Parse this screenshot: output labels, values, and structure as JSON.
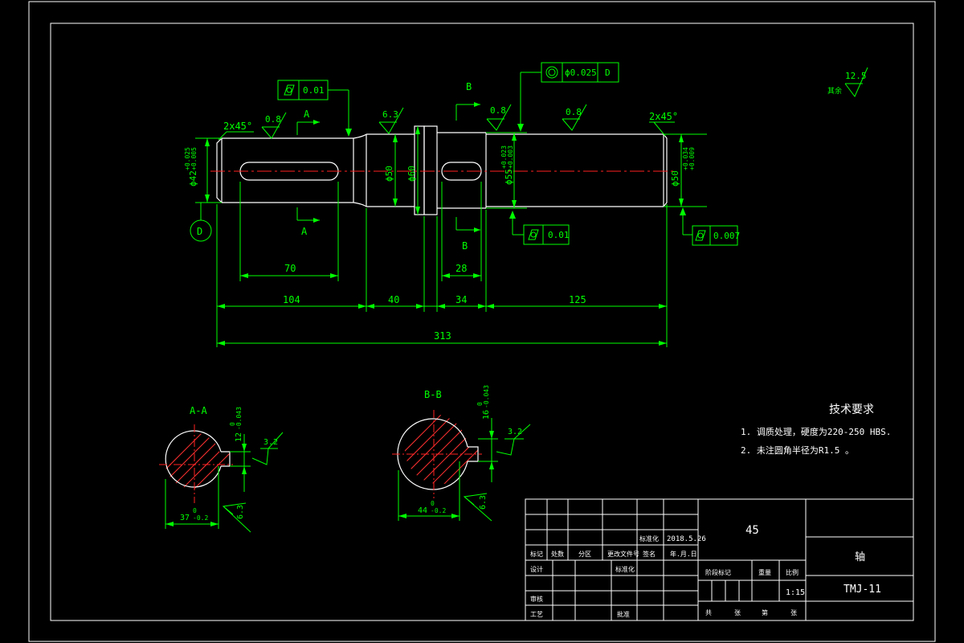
{
  "colors": {
    "background": "#000000",
    "outline": "#ffffff",
    "dimension": "#00ff00",
    "centerline": "#ff2020",
    "hatch": "#ff3030"
  },
  "shaft": {
    "chamfer_left": "2x45°",
    "chamfer_right": "2x45°",
    "dia_left": "ϕ42",
    "dia_left_tol_upper": "+0.025",
    "dia_left_tol_lower": "+0.005",
    "dia_50": "ϕ50",
    "dia_60": "ϕ60",
    "dia_55": "ϕ55",
    "dia_55_tol_upper": "+0.023",
    "dia_55_tol_lower": "+0.003",
    "dia_right": "ϕ50",
    "dia_right_tol_upper": "+0.034",
    "dia_right_tol_lower": "+0.009",
    "datum_d": "D",
    "section_a": "A",
    "section_b": "B"
  },
  "roughness": {
    "r1": "0.8",
    "r2": "6.3",
    "r3": "0.8",
    "r4": "0.8",
    "overall_value": "12.5",
    "overall_label": "其余"
  },
  "tolerance_frames": {
    "tf1": {
      "value": "0.01"
    },
    "tf2": {
      "value": "ϕ0.025",
      "datum": "D"
    },
    "tf3": {
      "value": "0.01"
    },
    "tf4": {
      "value": "0.007"
    }
  },
  "dimensions": {
    "key_a_len": "70",
    "key_b_len": "28",
    "seg1": "104",
    "seg2": "40",
    "seg3": "34",
    "seg4": "125",
    "total": "313"
  },
  "section_views": {
    "aa": {
      "title": "A-A",
      "width_dim": "12",
      "width_tol_u": "0",
      "width_tol_l": "-0.043",
      "depth": "37",
      "depth_tol_u": "0",
      "depth_tol_l": "-0.2",
      "rough_top": "3.2",
      "rough_bottom": "6.3"
    },
    "bb": {
      "title": "B-B",
      "width_dim": "16",
      "width_tol_u": "0",
      "width_tol_l": "-0.043",
      "depth": "44",
      "depth_tol_u": "0",
      "depth_tol_l": "-0.2",
      "rough_top": "3.2",
      "rough_bottom": "6.3"
    }
  },
  "tech_requirements": {
    "title": "技术要求",
    "item1": "1. 调质处理，硬度为220-250 HBS.",
    "item2": "2. 未注圆角半径为R1.5 。"
  },
  "title_block": {
    "material": "45",
    "part_name": "轴",
    "drawing_no": "TMJ-11",
    "scale": "1:15",
    "date": "2018.5.26",
    "date_label": "年.月.日",
    "std_label": "标准化",
    "design_label": "设计",
    "review_label": "审核",
    "process_label": "工艺",
    "approve_label": "批准",
    "mark_label": "标记",
    "count_label": "处数",
    "zone_label": "分区",
    "docno_label": "更改文件号",
    "sign_label": "签名",
    "stage_label": "阶段标记",
    "weight_label": "重量",
    "ratio_label": "比例",
    "sheets_label": "共",
    "sheet_label": "张",
    "page_label": "第",
    "page2_label": "张"
  }
}
